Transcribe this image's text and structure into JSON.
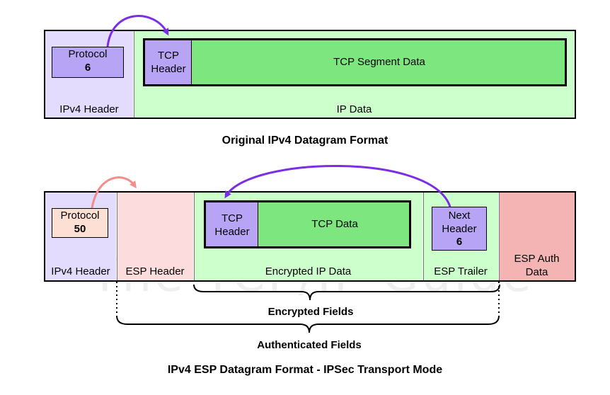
{
  "original": {
    "protocol_label": "Protocol",
    "protocol_value": "6",
    "tcp_header": [
      "TCP",
      "Header"
    ],
    "tcp_segment_data": "TCP Segment Data",
    "ipv4_header": "IPv4 Header",
    "ip_data": "IP Data",
    "title": "Original IPv4 Datagram Format"
  },
  "esp": {
    "protocol_label": "Protocol",
    "protocol_value": "50",
    "ipv4_header": "IPv4 Header",
    "esp_header": "ESP Header",
    "tcp_header": [
      "TCP",
      "Header"
    ],
    "tcp_data": "TCP Data",
    "encrypted_ip_data": "Encrypted IP Data",
    "next_header": [
      "Next",
      "Header"
    ],
    "next_header_value": "6",
    "esp_trailer": "ESP Trailer",
    "esp_auth": [
      "ESP Auth",
      "Data"
    ],
    "encrypted_fields": "Encrypted Fields",
    "authenticated_fields": "Authenticated Fields",
    "title": "IPv4 ESP Datagram Format - IPSec Transport Mode"
  },
  "watermark": "The TCP/IP Guide",
  "colors": {
    "ipv4_header_bg": "#e4dcfc",
    "data_green_light": "#ccffcc",
    "data_green": "#7ee67e",
    "purple_field": "#b8a4f4",
    "esp_pink": "#fcdcdc",
    "esp_auth_pink": "#f4b4b4",
    "protocol50_bg": "#fce0d4",
    "arrow_purple": "#7b2ee6",
    "arrow_pink": "#f48c8c"
  }
}
